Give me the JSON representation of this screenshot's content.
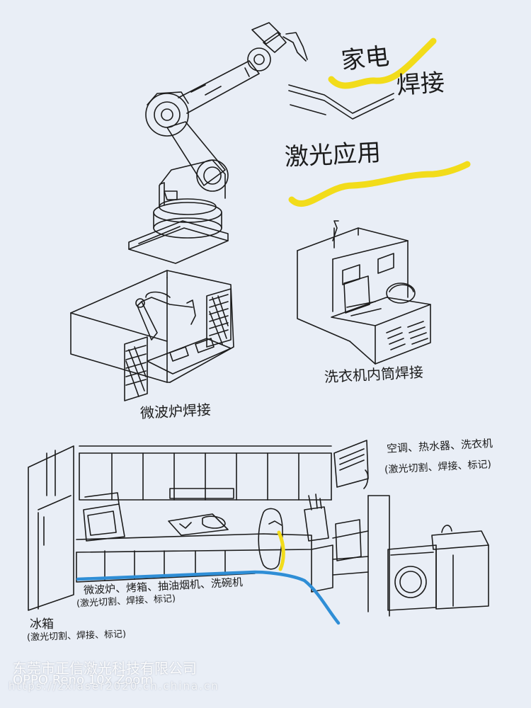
{
  "titles": {
    "line1": "家电",
    "line2": "焊接",
    "line3": "激光应用"
  },
  "captions": {
    "washer_drum": "洗衣机内筒焊接",
    "microwave": "微波炉焊接",
    "ac_heater_washer": "空调、热水器、洗衣机",
    "ac_heater_washer_methods": "(激光切割、焊接、标记)",
    "kitchen_appliances": "微波炉、烤箱、抽油烟机、洗碗机",
    "kitchen_methods": "(激光切割、焊接、标记)",
    "fridge": "冰箱",
    "fridge_methods": "(激光切割、焊接、标记)"
  },
  "watermarks": {
    "company": "东莞市正信激光科技有限公司",
    "camera": "OPPO Reno 10x Zoom",
    "url": "https://zxlaser2020.cn.china.cn"
  },
  "colors": {
    "paper": "#e9eef6",
    "ink": "#1c1c1c",
    "highlight_yellow": "#f2dc1a",
    "highlight_blue": "#2f8ed6"
  }
}
